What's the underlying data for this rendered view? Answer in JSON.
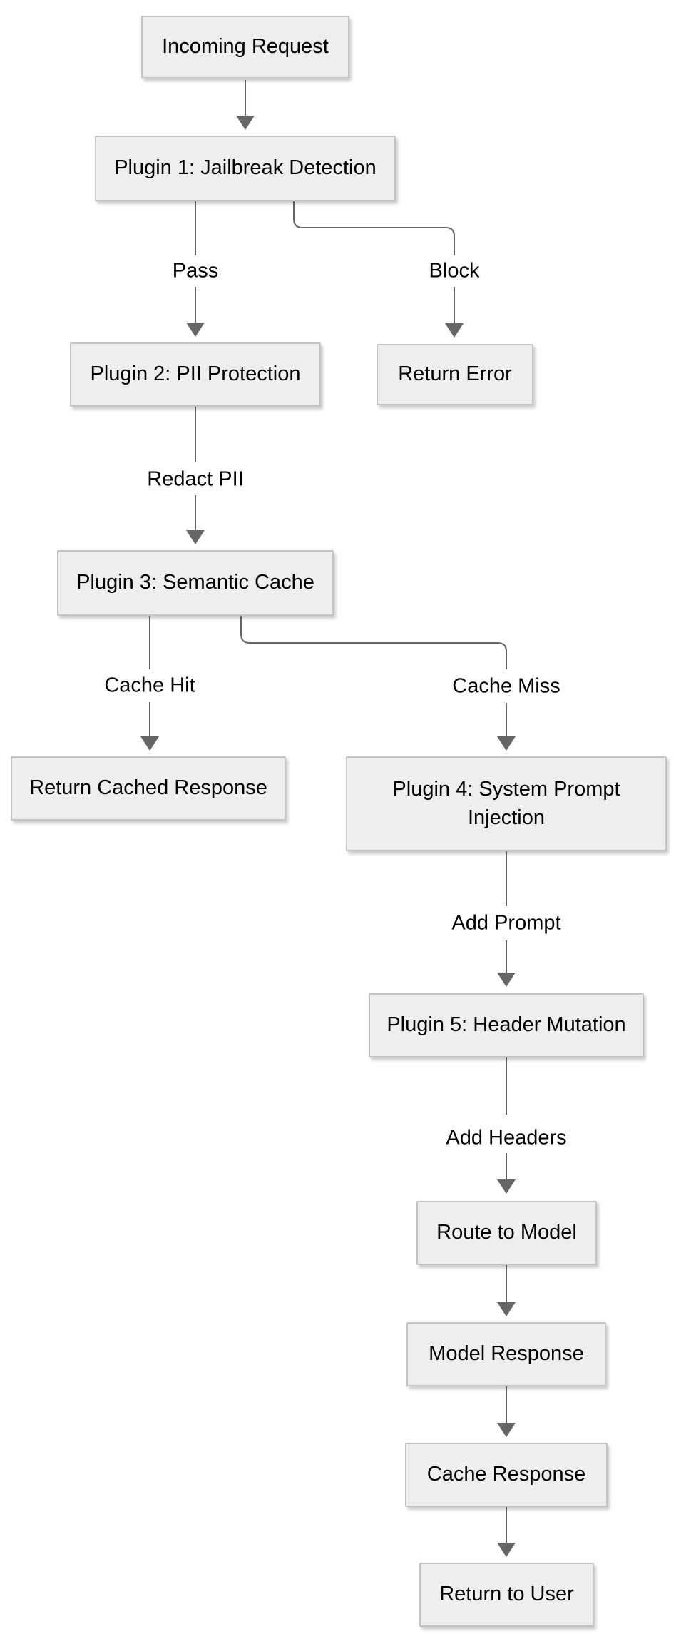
{
  "diagram": {
    "type": "flowchart",
    "direction": "top-down",
    "colors": {
      "background": "#ffffff",
      "node_fill": "#eeeeee",
      "node_border": "#c4c4c4",
      "edge_stroke": "#666666",
      "text": "#000000"
    },
    "nodes": {
      "incoming_request": {
        "label": "Incoming Request"
      },
      "plugin1": {
        "label": "Plugin 1: Jailbreak Detection"
      },
      "plugin2": {
        "label": "Plugin 2: PII Protection"
      },
      "return_error": {
        "label": "Return Error"
      },
      "plugin3": {
        "label": "Plugin 3: Semantic Cache"
      },
      "return_cached": {
        "label": "Return Cached Response"
      },
      "plugin4": {
        "label": "Plugin 4: System Prompt Injection"
      },
      "plugin5": {
        "label": "Plugin 5: Header Mutation"
      },
      "route_to_model": {
        "label": "Route to Model"
      },
      "model_response": {
        "label": "Model Response"
      },
      "cache_response": {
        "label": "Cache Response"
      },
      "return_to_user": {
        "label": "Return to User"
      }
    },
    "edges": [
      {
        "from": "incoming_request",
        "to": "plugin1",
        "label": ""
      },
      {
        "from": "plugin1",
        "to": "plugin2",
        "label": "Pass"
      },
      {
        "from": "plugin1",
        "to": "return_error",
        "label": "Block"
      },
      {
        "from": "plugin2",
        "to": "plugin3",
        "label": "Redact PII"
      },
      {
        "from": "plugin3",
        "to": "return_cached",
        "label": "Cache Hit"
      },
      {
        "from": "plugin3",
        "to": "plugin4",
        "label": "Cache Miss"
      },
      {
        "from": "plugin4",
        "to": "plugin5",
        "label": "Add Prompt"
      },
      {
        "from": "plugin5",
        "to": "route_to_model",
        "label": "Add Headers"
      },
      {
        "from": "route_to_model",
        "to": "model_response",
        "label": ""
      },
      {
        "from": "model_response",
        "to": "cache_response",
        "label": ""
      },
      {
        "from": "cache_response",
        "to": "return_to_user",
        "label": ""
      }
    ]
  }
}
